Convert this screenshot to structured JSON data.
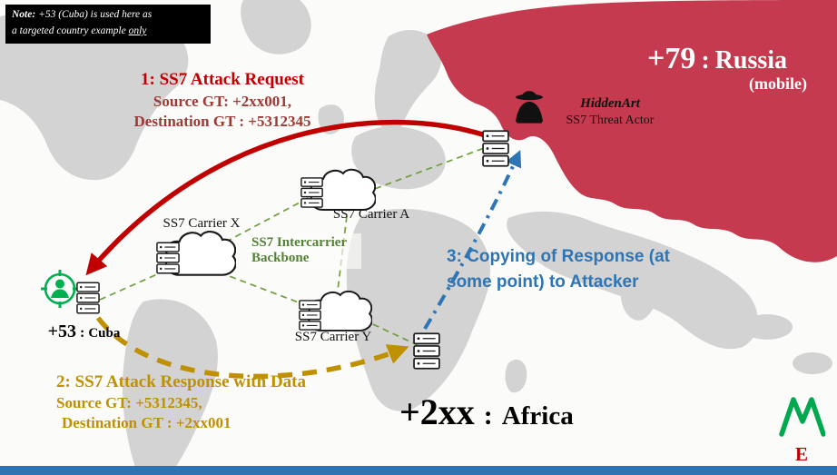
{
  "note": {
    "bold": "Note:",
    "rest1": " +53 (Cuba) is used here as",
    "rest2": "a targeted country example ",
    "underline": "only"
  },
  "step1": {
    "title": "1: SS7 Attack Request",
    "src": "Source GT: +2xx001,",
    "dst": "Destination GT : +5312345"
  },
  "step2": {
    "title": "2: SS7 Attack Response with Data",
    "src": "Source GT: +5312345,",
    "dst": "Destination GT : +2xx001"
  },
  "step3": {
    "text": "3: Copying of Response (at some point) to Attacker"
  },
  "russia": {
    "code": "+79",
    "sep": ":",
    "name": "Russia",
    "sub": "(mobile)"
  },
  "cuba": {
    "code": "+53",
    "sep": ":",
    "name": "Cuba"
  },
  "africa": {
    "code": "+2xx",
    "sep": ":",
    "name": "Africa"
  },
  "attacker": {
    "name": "HiddenArt",
    "role": "SS7 Threat Actor"
  },
  "carriers": {
    "x": "SS7 Carrier X",
    "a": "SS7 Carrier A",
    "y": "SS7 Carrier Y"
  },
  "backbone": {
    "line1": "SS7 Intercarrier",
    "line2": "Backbone"
  },
  "logo": {
    "letter": "E"
  },
  "colors": {
    "russia_region": "#c53a4e",
    "attack_request_red": "#c00000",
    "attack_response_gold": "#bf9000",
    "copy_to_attacker_blue": "#2e75b6",
    "backbone_green": "#538135",
    "target_green": "#00b050",
    "map_land_gray": "#d3d3d3",
    "bottom_bar_blue": "#2e74b5"
  }
}
